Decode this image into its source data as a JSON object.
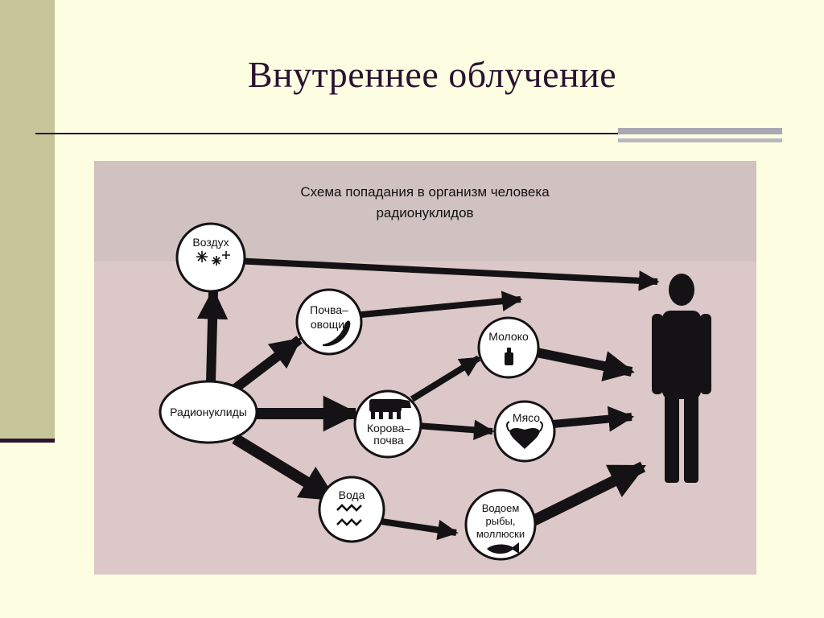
{
  "slide": {
    "title": "Внутреннее облучение"
  },
  "diagram": {
    "title_line1": "Схема попадания в организм человека",
    "title_line2": "радионуклидов",
    "nodes": {
      "air": "Воздух",
      "soil_line1": "Почва–",
      "soil_line2": "овощи",
      "radionuclides": "Радионуклиды",
      "milk": "Молоко",
      "cow_line1": "Корова–",
      "cow_line2": "почва",
      "meat": "Мясо",
      "water": "Вода",
      "pond_line1": "Водоем",
      "pond_line2": "рыбы,",
      "pond_line3": "моллюски"
    }
  },
  "colors": {
    "background": "#fdfde2",
    "side_band": "#c6c69a",
    "accent_dark": "#2b1630",
    "figure_bg": "#dcc8c8",
    "ink": "#141214"
  }
}
